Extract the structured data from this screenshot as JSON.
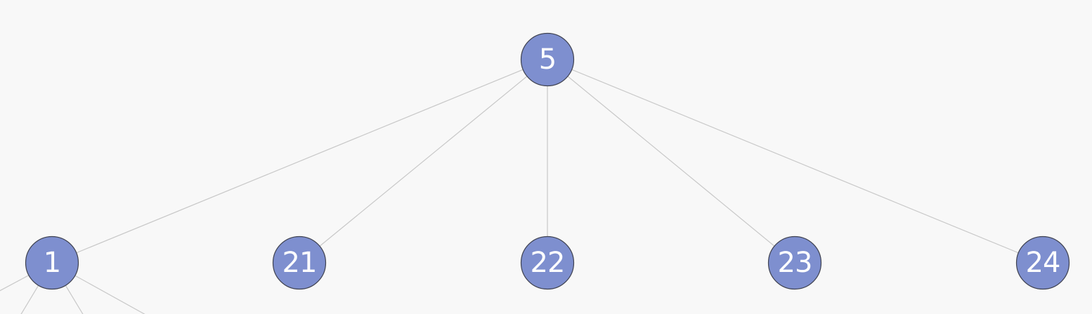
{
  "tree": {
    "root": "5",
    "nodes": [
      {
        "id": "5",
        "label": "5"
      },
      {
        "id": "1",
        "label": "1"
      },
      {
        "id": "21",
        "label": "21"
      },
      {
        "id": "22",
        "label": "22"
      },
      {
        "id": "23",
        "label": "23"
      },
      {
        "id": "24",
        "label": "24"
      }
    ],
    "edges": [
      {
        "from": "5",
        "to": "1"
      },
      {
        "from": "5",
        "to": "21"
      },
      {
        "from": "5",
        "to": "22"
      },
      {
        "from": "5",
        "to": "23"
      },
      {
        "from": "5",
        "to": "24"
      }
    ],
    "colors": {
      "node_fill": "#7e8fcf",
      "node_stroke": "#3f4250",
      "edge": "#c8c8c8",
      "label": "#ffffff",
      "background": "#f8f8f8"
    }
  }
}
